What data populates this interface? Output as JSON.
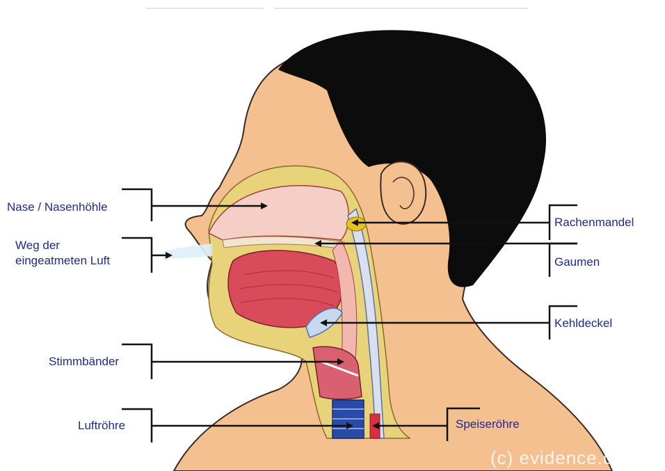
{
  "labels": {
    "nose": "Nase / Nasenhöhle",
    "airway": "Weg der\neingeatmeten Luft",
    "vocal_cords": "Stimmbänder",
    "trachea": "Luftröhre",
    "adenoid": "Rachenmandel",
    "palate": "Gaumen",
    "epiglottis": "Kehldeckel",
    "esophagus": "Speiseröhre"
  },
  "watermark": "(c) evidence.de",
  "colors": {
    "label_text": "#1f2a8a",
    "skin": "#f4c08f",
    "hair": "#0c0c0c",
    "muscle": "#d94b5a",
    "cartilage": "#e8e2a0",
    "trachea": "#2a4aa8"
  }
}
